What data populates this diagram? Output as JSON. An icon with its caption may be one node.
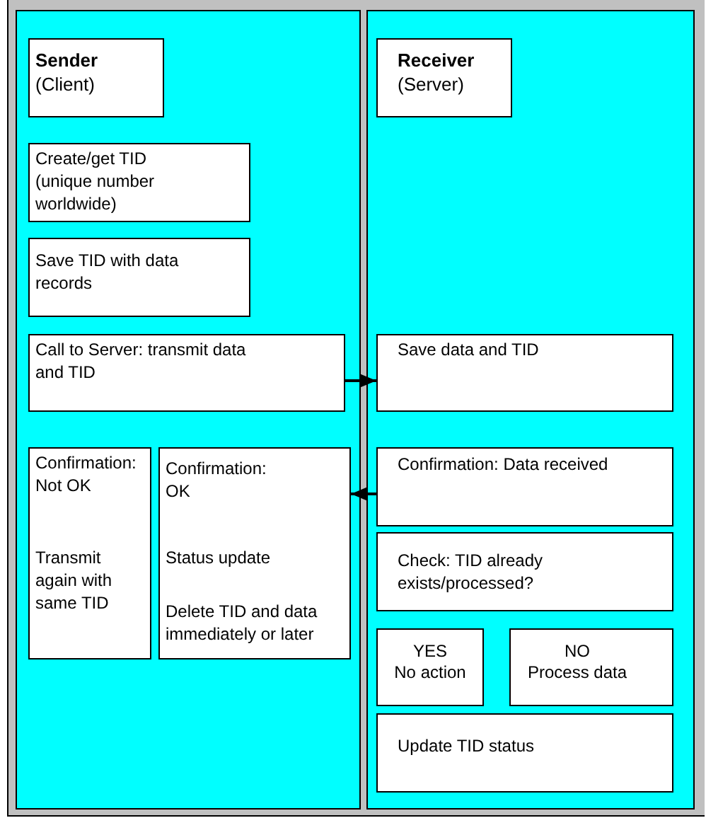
{
  "diagram": {
    "nodes": [
      {
        "text": [],
        "shape": "box"
      },
      {
        "text": [
          "Sender",
          "(Client)"
        ],
        "in": 0
      },
      {
        "text": [
          "Create/get TID (unique number worldwide)"
        ],
        "in": 0
      },
      {
        "text": [
          "Save TID with data records"
        ],
        "in": 0
      },
      {
        "text": [
          "Call to Server: transmit data and TID"
        ],
        "in": 0
      },
      {
        "text": [
          "Confirmation: Not OK",
          "Transmit again with same TID"
        ],
        "in": 0
      },
      {
        "text": [
          "Confirmation: OK",
          "Status update",
          "Delete TID and data immediately or later"
        ],
        "in": 0
      },
      {
        "text": [],
        "shape": "box"
      },
      {
        "text": [
          "Receiver",
          "(Server)"
        ],
        "in": 7
      },
      {
        "text": [
          "Save data and TID"
        ],
        "in": 7
      },
      {
        "text": [
          "Confirmation: Data received"
        ],
        "in": 7
      },
      {
        "text": [
          "Check: TID already exists/processed?"
        ],
        "in": 7
      },
      {
        "text": [
          "YES",
          "No action"
        ],
        "in": 7
      },
      {
        "text": [
          "NO",
          "Process data"
        ],
        "in": 7
      },
      {
        "text": [
          "Update TID status"
        ],
        "in": 7
      }
    ],
    "edges": [
      {
        "from": 4,
        "to": 9,
        "arrow": "to"
      },
      {
        "from": 10,
        "to": 6,
        "arrow": "to"
      }
    ]
  }
}
